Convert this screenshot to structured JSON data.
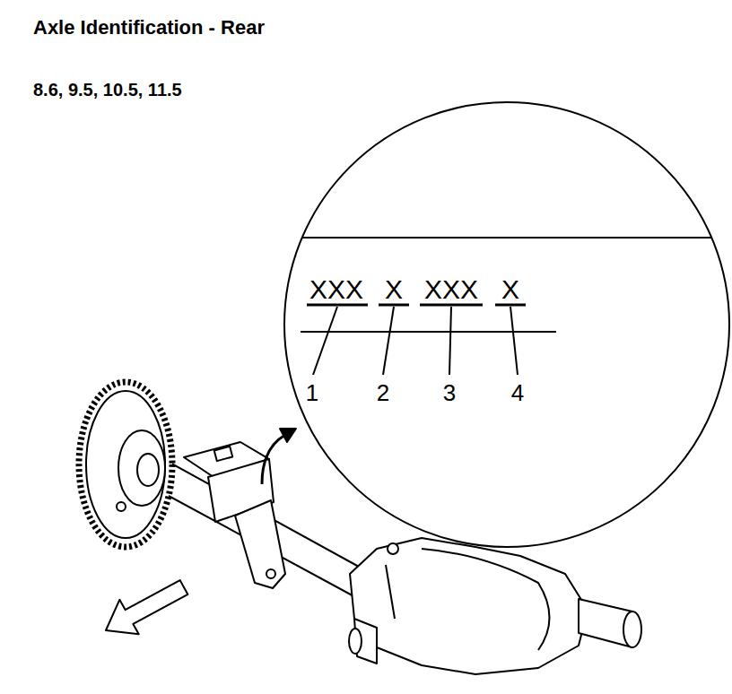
{
  "diagram": {
    "title": "Axle Identification - Rear",
    "nodes": [
      {
        "text": [
          "XXX",
          "X",
          "XXX",
          "X",
          "1",
          "2",
          "3",
          "4"
        ]
      }
    ],
    "labels": [
      "8.6, 9.5, 10.5, 11.5"
    ]
  }
}
